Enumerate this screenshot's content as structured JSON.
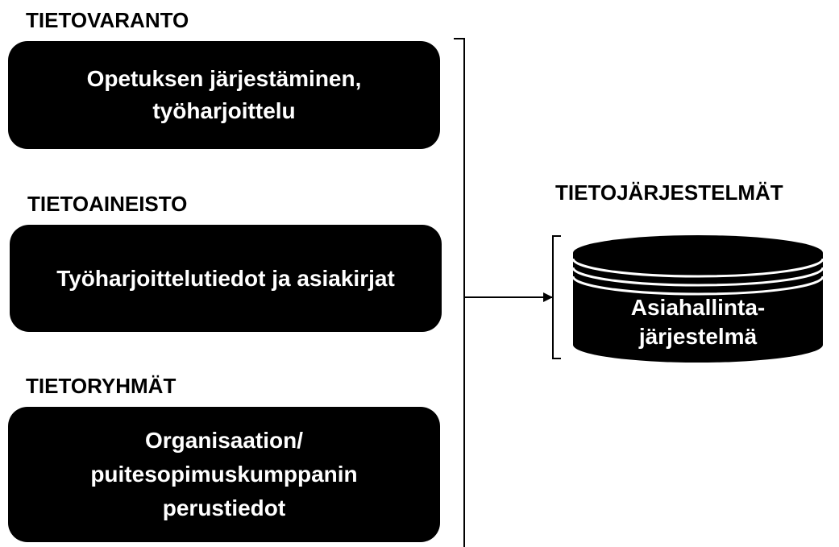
{
  "sections": [
    {
      "heading": "TIETOVARANTO",
      "box_lines": [
        "Opetuksen järjestäminen,",
        "työharjoittelu"
      ]
    },
    {
      "heading": "TIETOAINEISTO",
      "box_lines": [
        "Työharjoittelutiedot ja asiakirjat"
      ]
    },
    {
      "heading": "TIETORYHMÄT",
      "box_lines": [
        "Organisaation/",
        "puitesopimuskumppanin",
        "perustiedot"
      ]
    }
  ],
  "systems": {
    "heading": "TIETOJÄRJESTELMÄT",
    "database_lines": [
      "Asiahallinta-",
      "järjestelmä"
    ]
  },
  "colors": {
    "box_fill": "#000000",
    "box_text": "#ffffff",
    "line": "#000000",
    "background": "#ffffff"
  }
}
